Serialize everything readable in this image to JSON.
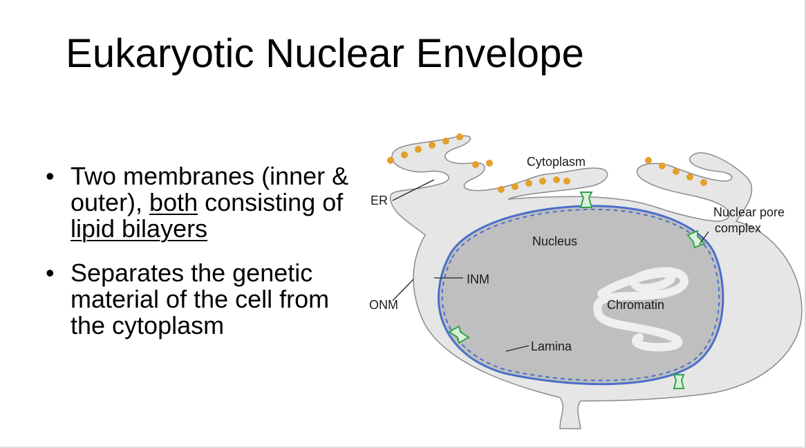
{
  "slide": {
    "title": "Eukaryotic Nuclear Envelope",
    "bullets": [
      {
        "parts": [
          {
            "text": "Two membranes (inner & outer), ",
            "u": false
          },
          {
            "text": "both",
            "u": true
          },
          {
            "text": " consisting of ",
            "u": false
          },
          {
            "text": "lipid bilayers",
            "u": true
          }
        ]
      },
      {
        "parts": [
          {
            "text": "Separates the genetic material of the cell from the cytoplasm",
            "u": false
          }
        ]
      }
    ],
    "bullet_glyph": "•"
  },
  "diagram": {
    "labels": {
      "cytoplasm": "Cytoplasm",
      "er": "ER",
      "nuclear_pore_line1": "Nuclear pore",
      "nuclear_pore_line2": "complex",
      "nucleus": "Nucleus",
      "inm": "INM",
      "onm": "ONM",
      "chromatin": "Chromatin",
      "lamina": "Lamina"
    },
    "colors": {
      "membrane_fill": "#e6e6e6",
      "membrane_stroke": "#8a8a8a",
      "nucleus_fill": "#bfbfbf",
      "lamina": "#4a6fc9",
      "pore": "#2fa34a",
      "ribosome": "#e3a02a"
    }
  }
}
